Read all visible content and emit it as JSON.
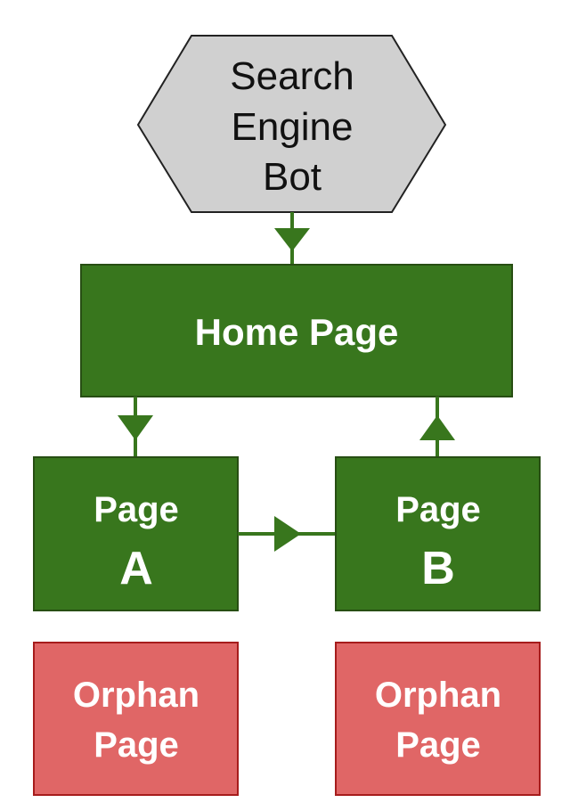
{
  "colors": {
    "bot_fill": "#d0d0d0",
    "bot_stroke": "#222222",
    "green_fill": "#38761d",
    "green_stroke": "#274e13",
    "arrow_green": "#38761d",
    "orphan_fill": "#e06666",
    "orphan_stroke": "#a61c1c"
  },
  "nodes": {
    "bot": {
      "lines": [
        "Search",
        "Engine",
        "Bot"
      ]
    },
    "home": {
      "label": "Home Page"
    },
    "page_a": {
      "line1": "Page",
      "line2": "A"
    },
    "page_b": {
      "line1": "Page",
      "line2": "B"
    },
    "orphan_1": {
      "lines": [
        "Orphan",
        "Page"
      ]
    },
    "orphan_2": {
      "lines": [
        "Orphan",
        "Page"
      ]
    }
  },
  "edges": [
    {
      "from": "bot",
      "to": "home"
    },
    {
      "from": "home",
      "to": "page_a"
    },
    {
      "from": "page_a",
      "to": "page_b"
    },
    {
      "from": "page_b",
      "to": "home"
    }
  ]
}
